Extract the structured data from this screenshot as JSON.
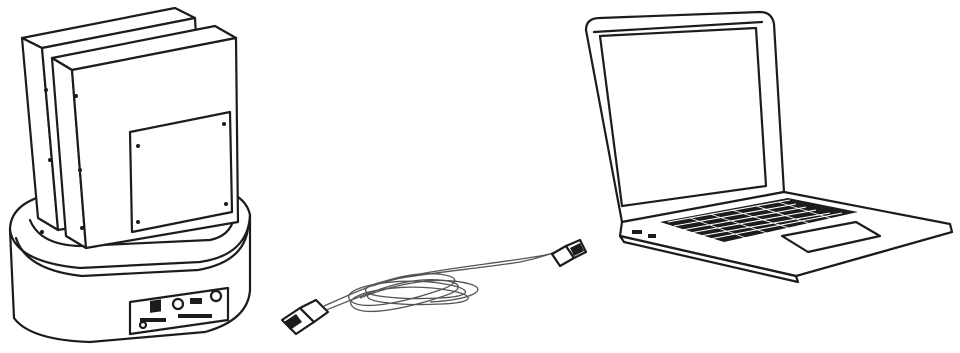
{
  "figure": {
    "items": [
      "hdd-docking-station",
      "usb-cable",
      "laptop"
    ]
  }
}
